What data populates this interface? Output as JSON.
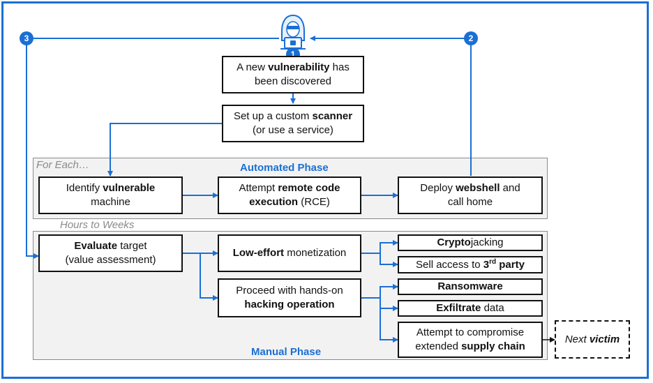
{
  "badges": {
    "b1": "1",
    "b2": "2",
    "b3": "3"
  },
  "nodes": {
    "vuln": {
      "pre": "A new ",
      "bold": "vulnerability",
      "post": " has",
      "line2": "been discovered"
    },
    "scanner": {
      "pre": "Set up a custom ",
      "bold": "scanner",
      "line2": "(or use a service)"
    },
    "identify": {
      "pre": "Identify ",
      "bold": "vulnerable",
      "line2": "machine"
    },
    "rce": {
      "pre": "Attempt ",
      "bold": "remote code",
      "line2_bold": "execution",
      "line2_post": " (RCE)"
    },
    "webshell": {
      "pre": "Deploy ",
      "bold": "webshell",
      "post": " and",
      "line2": "call home"
    },
    "evaluate": {
      "bold": "Evaluate",
      "post": " target",
      "line2": "(value assessment)"
    },
    "loweffort": {
      "bold": "Low-effort",
      "post": " monetization"
    },
    "handson": {
      "line1": "Proceed with hands-on",
      "line2_bold": "hacking operation"
    },
    "crypto": {
      "bold": "Crypto",
      "post": "jacking"
    },
    "sell": {
      "pre": "Sell access to ",
      "bold": "3",
      "sup": "rd",
      "bold2": " party"
    },
    "ransom": {
      "bold": "Ransomware"
    },
    "exfil": {
      "bold": "Exfiltrate",
      "post": " data"
    },
    "supply": {
      "line1": "Attempt to compromise",
      "pre": "extended ",
      "bold": "supply chain"
    },
    "next": {
      "pre": "Next ",
      "bold": "victim"
    }
  },
  "labels": {
    "for_each": "For Each…",
    "automated_phase": "Automated Phase",
    "hours_to_weeks": "Hours to Weeks",
    "manual_phase": "Manual Phase"
  },
  "colors": {
    "accent": "#1a6fd4",
    "phase_bg": "#f2f2f2"
  },
  "icons": {
    "hacker": "hooded-hacker-with-laptop-icon"
  }
}
